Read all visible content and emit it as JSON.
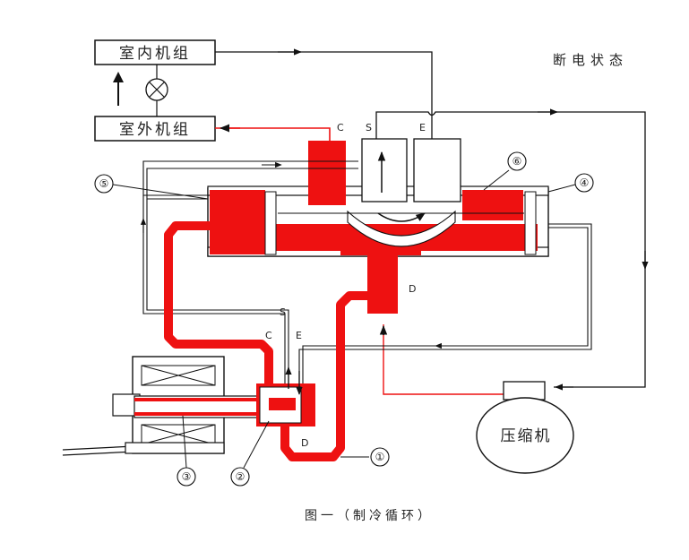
{
  "boxes": {
    "indoor": "室内机组",
    "outdoor": "室外机组",
    "compressor": "压缩机"
  },
  "status": "断电状态",
  "ports": {
    "c_top": "C",
    "s_top": "S",
    "e_top": "E",
    "d_main": "D",
    "s_pilot": "S",
    "c_pilot": "C",
    "e_pilot": "E",
    "d_pilot": "D"
  },
  "callouts": [
    "①",
    "②",
    "③",
    "④",
    "⑤",
    "⑥"
  ],
  "caption": "图一（制冷循环）",
  "colors": {
    "high_pressure": "#ee1111",
    "line": "#111111",
    "low_pressure_fill": "#ffffff"
  }
}
